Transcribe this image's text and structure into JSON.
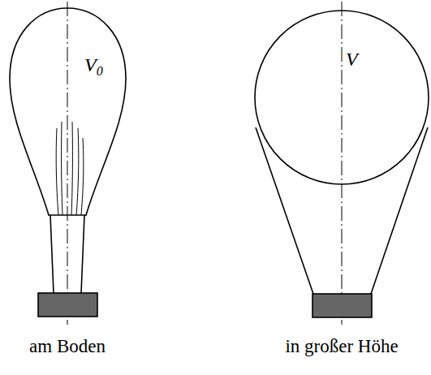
{
  "diagram": {
    "nodes": [
      {
        "text": [
          "V0"
        ]
      },
      {
        "text": [
          "V"
        ]
      }
    ],
    "labels": [
      "am Boden",
      "in großer Höhe"
    ]
  }
}
